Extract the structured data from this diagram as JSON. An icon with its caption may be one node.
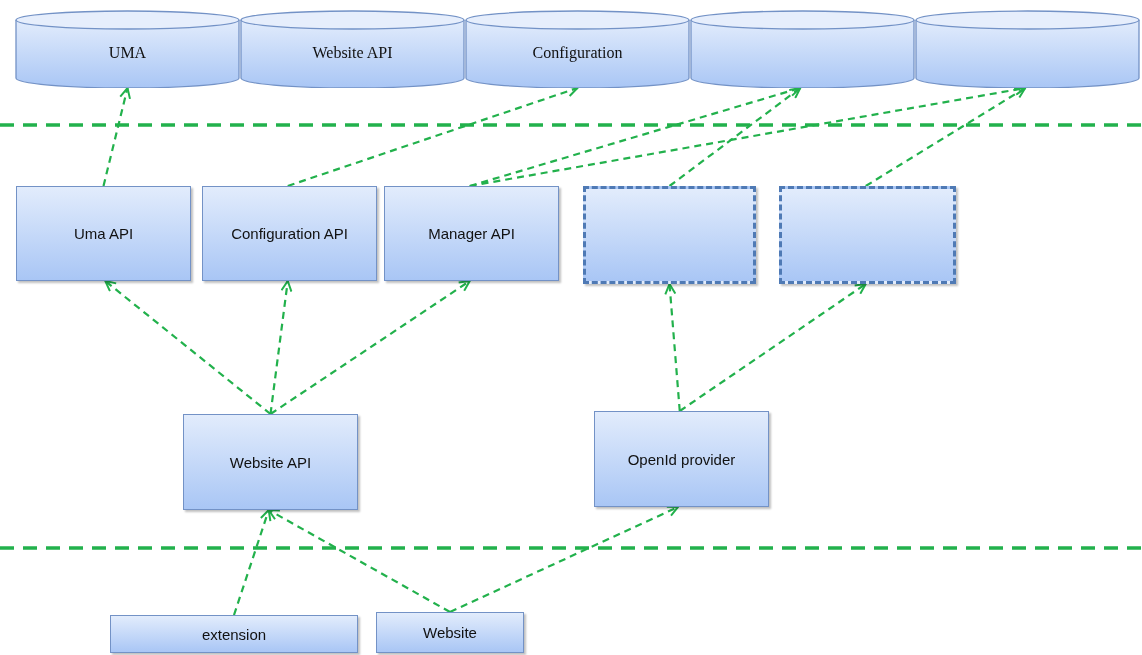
{
  "diagram": {
    "nodes": [
      {
        "text": [
          "UMA"
        ]
      },
      {
        "text": [
          "Website API"
        ]
      },
      {
        "text": [
          "Configuration"
        ]
      },
      {
        "text": [],
        "shape": "cylinder"
      },
      {
        "text": [],
        "shape": "cylinder"
      },
      {
        "text": [
          "Uma API"
        ]
      },
      {
        "text": [
          "Configuration API"
        ]
      },
      {
        "text": [
          "Manager API"
        ]
      },
      {
        "text": [],
        "shape": "box"
      },
      {
        "text": [],
        "shape": "box"
      },
      {
        "text": [
          "Website API"
        ]
      },
      {
        "text": [
          "OpenId provider"
        ]
      },
      {
        "text": [
          "extension"
        ]
      },
      {
        "text": [
          "Website"
        ]
      }
    ],
    "edges": [
      {
        "from": 5,
        "to": 0,
        "arrow": "to",
        "style": "dashed"
      },
      {
        "from": 6,
        "to": 2,
        "arrow": "to",
        "style": "dashed"
      },
      {
        "from": 7,
        "to": 3,
        "arrow": "to",
        "style": "dashed"
      },
      {
        "from": 7,
        "to": 4,
        "arrow": "to",
        "style": "dashed"
      },
      {
        "from": 8,
        "to": 3,
        "arrow": "to",
        "style": "dashed"
      },
      {
        "from": 9,
        "to": 4,
        "arrow": "to",
        "style": "dashed"
      },
      {
        "from": 10,
        "to": 5,
        "arrow": "to",
        "style": "dashed"
      },
      {
        "from": 10,
        "to": 6,
        "arrow": "to",
        "style": "dashed"
      },
      {
        "from": 10,
        "to": 7,
        "arrow": "to",
        "style": "dashed"
      },
      {
        "from": 11,
        "to": 8,
        "arrow": "to",
        "style": "dashed"
      },
      {
        "from": 11,
        "to": 9,
        "arrow": "to",
        "style": "dashed"
      },
      {
        "from": 12,
        "to": 10,
        "arrow": "to",
        "style": "dashed"
      },
      {
        "from": 13,
        "to": 10,
        "arrow": "to",
        "style": "dashed"
      },
      {
        "from": 13,
        "to": 11,
        "arrow": "to",
        "style": "dashed"
      }
    ]
  }
}
